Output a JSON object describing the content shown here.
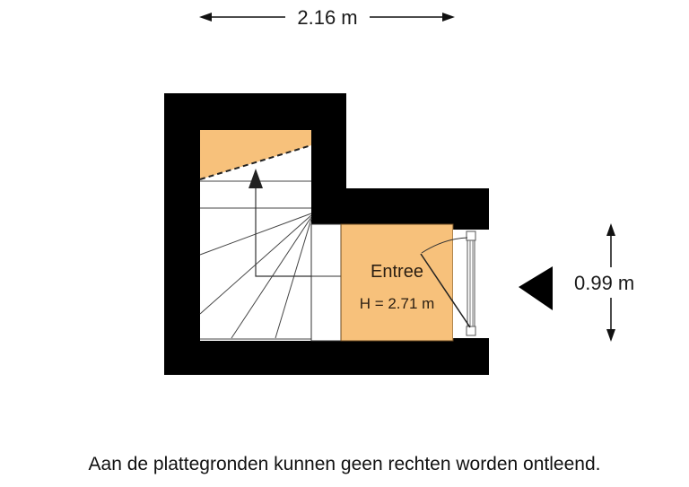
{
  "plan": {
    "wall_color": "#000000",
    "room_fill": "#f7c17b",
    "stair_fill": "#ffffff",
    "rooms": [
      {
        "name": "Entree",
        "height_label": "H = 2.71 m"
      }
    ],
    "stair": {
      "direction": "up"
    },
    "entrance_marker": "entrance-arrow"
  },
  "dimensions": {
    "width_label": "2.16 m",
    "depth_label": "0.99 m"
  },
  "footer": {
    "disclaimer": "Aan de plattegronden kunnen geen rechten worden ontleend."
  }
}
